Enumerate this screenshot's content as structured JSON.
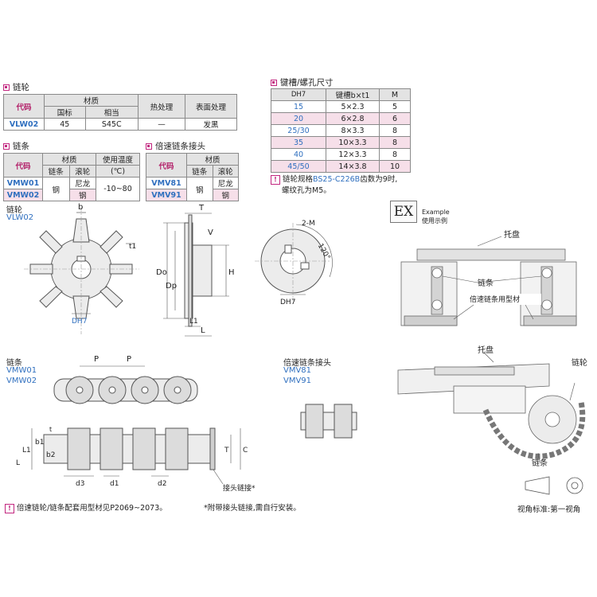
{
  "sprocket_section": {
    "title": "链轮",
    "headers": {
      "code": "代码",
      "material": "材质",
      "std": "国标",
      "equiv": "相当",
      "heat": "热处理",
      "surface": "表面处理"
    },
    "row": {
      "code": "VLW02",
      "std": "45",
      "equiv": "S45C",
      "heat": "—",
      "surface": "发黑"
    }
  },
  "chain_section": {
    "title": "链条",
    "headers": {
      "code": "代码",
      "material": "材质",
      "plate": "链条",
      "roller": "滚轮",
      "temp": "使用温度",
      "temp_unit": "(℃)"
    },
    "rows": [
      {
        "code": "VMW01",
        "plate": "钢",
        "roller": "尼龙",
        "temp": "-10~80"
      },
      {
        "code": "VMW02",
        "plate": "钢",
        "roller": "钢",
        "temp": "-10~80"
      }
    ]
  },
  "joint_section": {
    "title": "倍速链条接头",
    "headers": {
      "code": "代码",
      "material": "材质",
      "plate": "链条",
      "roller": "滚轮"
    },
    "rows": [
      {
        "code": "VMV81",
        "plate": "钢",
        "roller": "尼龙"
      },
      {
        "code": "VMV91",
        "plate": "钢",
        "roller": "钢"
      }
    ]
  },
  "keyway_section": {
    "title": "键槽/螺孔尺寸",
    "headers": {
      "dh7": "DH7",
      "key": "键槽b×t1",
      "m": "M"
    },
    "rows": [
      {
        "d": "15",
        "key": "5×2.3",
        "m": "5"
      },
      {
        "d": "20",
        "key": "6×2.8",
        "m": "6"
      },
      {
        "d": "25/30",
        "key": "8×3.3",
        "m": "8"
      },
      {
        "d": "35",
        "key": "10×3.3",
        "m": "8"
      },
      {
        "d": "40",
        "key": "12×3.3",
        "m": "8"
      },
      {
        "d": "45/50",
        "key": "14×3.8",
        "m": "10"
      }
    ],
    "note_prefix": "链轮规格",
    "note_code": "BS25-C226B",
    "note_suffix": "齿数为9时,",
    "note_line2": "螺纹孔为M5。"
  },
  "drawings": {
    "sprocket_label": "链轮",
    "sprocket_code": "VLW02",
    "b": "b",
    "t1": "t1",
    "dh7": "DH7",
    "do": "Do",
    "dp": "Dp",
    "T": "T",
    "V": "V",
    "H": "H",
    "L1": "L1",
    "L": "L",
    "m2": "2-M",
    "angle": "120°",
    "dh7b": "DH7",
    "chain_label": "链条",
    "chain_codes": [
      "VMW01",
      "VMW02"
    ],
    "P": "P",
    "joint_label": "倍速链条接头",
    "joint_codes": [
      "VMV81",
      "VMV91"
    ],
    "dims": {
      "b1": "b1",
      "b2": "b2",
      "t": "t",
      "L1": "L1",
      "L": "L",
      "d3": "d3",
      "d1": "d1",
      "d2": "d2",
      "T": "T",
      "C": "C"
    },
    "joint_link": "接头链接*"
  },
  "example": {
    "badge": "EX",
    "en": "Example",
    "cn": "使用示例",
    "tray": "托盘",
    "chain": "链条",
    "profile": "倍速链条用型材",
    "tray2": "托盘",
    "sprocket": "链轮",
    "chain2": "链条",
    "view": "视角标准:第一视角"
  },
  "footer": {
    "note1": "倍速链轮/链条配套用型材见P2069~2073。",
    "note2": "*附带接头链接,需自行安装。"
  },
  "colors": {
    "accent": "#c2267f",
    "blue": "#2f6fbf",
    "header_bg": "#e3e3e3",
    "pink_row": "#f6dfe9"
  }
}
